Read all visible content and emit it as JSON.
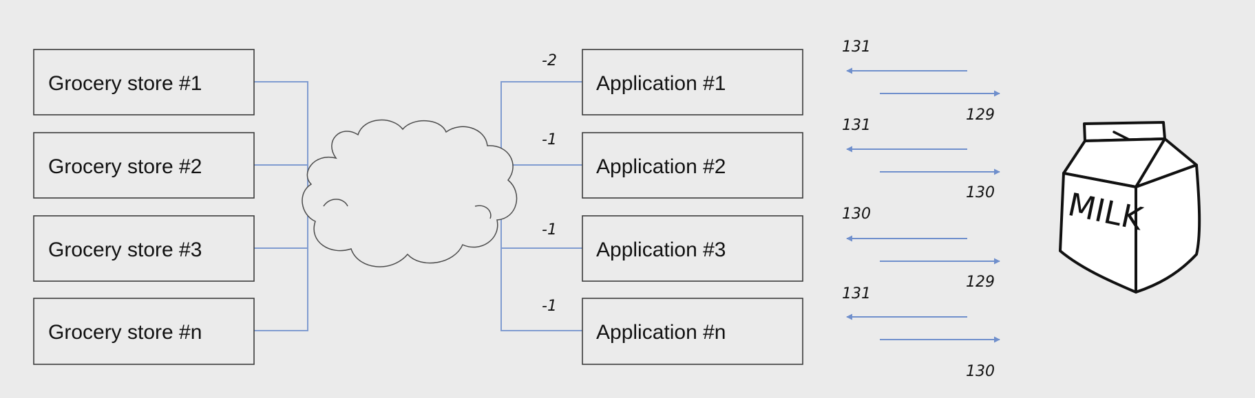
{
  "stores": [
    {
      "label": "Grocery store #1"
    },
    {
      "label": "Grocery store #2"
    },
    {
      "label": "Grocery store #3"
    },
    {
      "label": "Grocery store #n"
    }
  ],
  "applications": [
    {
      "label": "Application #1",
      "delta": "-2",
      "read_value": "131",
      "write_value": "129"
    },
    {
      "label": "Application #2",
      "delta": "-1",
      "read_value": "131",
      "write_value": "130"
    },
    {
      "label": "Application #3",
      "delta": "-1",
      "read_value": "130",
      "write_value": "129"
    },
    {
      "label": "Application #n",
      "delta": "-1",
      "read_value": "131",
      "write_value": "130"
    }
  ],
  "milk_carton": {
    "label": "MILK",
    "icon": "milk-carton-icon"
  },
  "network": {
    "icon": "cloud-icon"
  },
  "colors": {
    "background": "#ebebeb",
    "connector": "#7f9bd0",
    "arrow": "#6f8fcc",
    "box_border": "#3a3a3a"
  }
}
